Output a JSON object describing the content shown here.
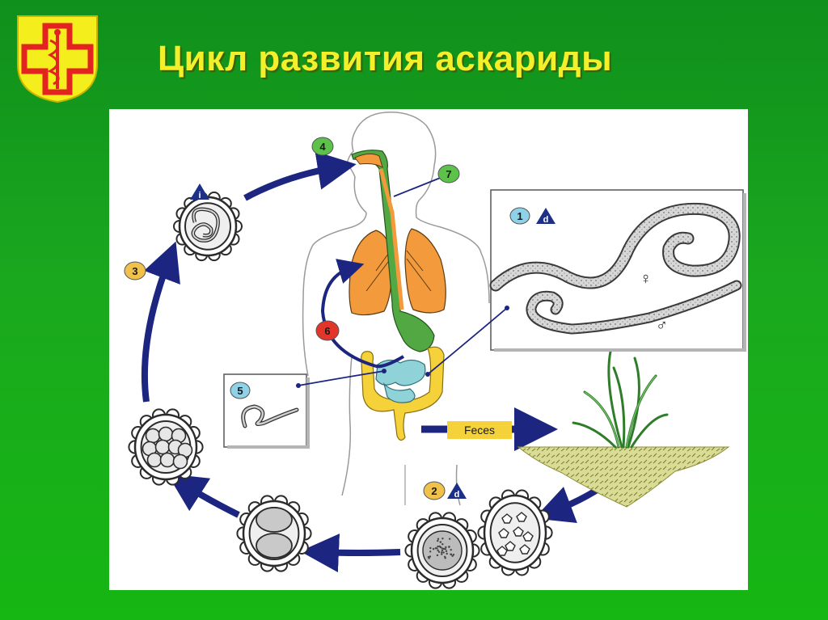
{
  "slide": {
    "title": "Цикл развития аскариды",
    "background_color": "#16a51a",
    "title_color": "#f3ef2a"
  },
  "logo": {
    "icon": "medical-cross-caduceus-shield-icon",
    "shield_color": "#f4ee1c",
    "cross_color": "#e3231f"
  },
  "diagram": {
    "badges": {
      "b1": {
        "text": "1",
        "color": "#8fd1e6"
      },
      "b2": {
        "text": "2",
        "color": "#f0c24b"
      },
      "b3": {
        "text": "3",
        "color": "#f0c24b"
      },
      "b4": {
        "text": "4",
        "color": "#5cc24a"
      },
      "b5": {
        "text": "5",
        "color": "#8fd1e6"
      },
      "b6": {
        "text": "6",
        "color": "#e4352b"
      },
      "b7": {
        "text": "7",
        "color": "#5cc24a"
      }
    },
    "stage_markers": {
      "infective": {
        "text": "i",
        "color": "#1d2f86"
      },
      "diagnostic_adults": {
        "text": "d",
        "color": "#1d2f86"
      },
      "diagnostic_egg": {
        "text": "d",
        "color": "#1d2f86"
      }
    },
    "feces_label": "Feces",
    "symbols": {
      "female": "♀",
      "male": "♂"
    },
    "colors": {
      "arrow": "#1c2580",
      "lungs": "#f39a3c",
      "digestive_tract": "#52a842",
      "colon": "#f6d23a",
      "small_intestine": "#8fd3d8",
      "soil": "#d9dc95",
      "plant": "#3a9a35"
    }
  }
}
